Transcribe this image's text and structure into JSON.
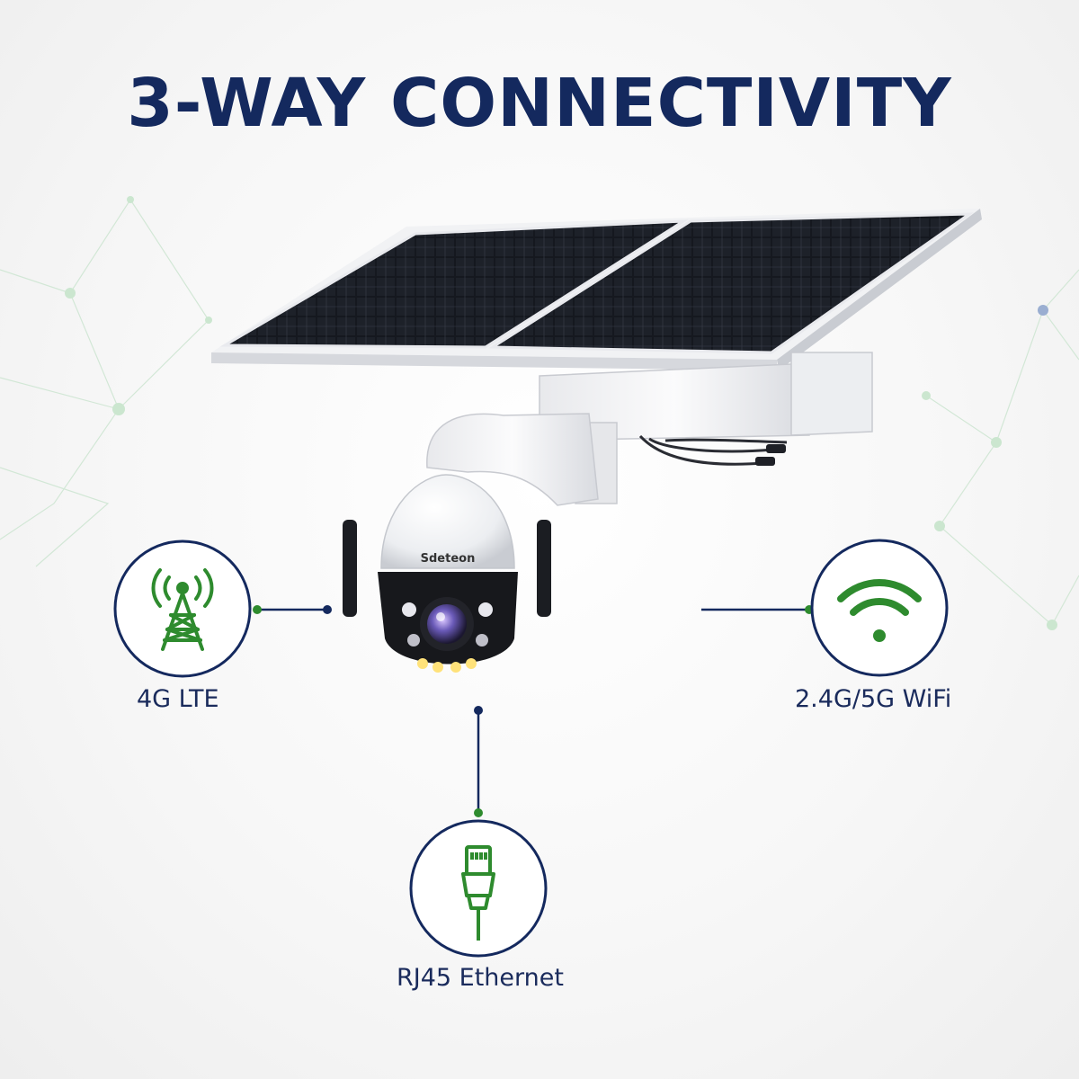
{
  "title": "3-WAY CONNECTIVITY",
  "options": [
    {
      "id": "lte",
      "label": "4G LTE",
      "icon": "cell-tower-icon"
    },
    {
      "id": "wifi",
      "label": "2.4G/5G WiFi",
      "icon": "wifi-icon"
    },
    {
      "id": "ethernet",
      "label": "RJ45 Ethernet",
      "icon": "ethernet-cable-icon"
    }
  ],
  "camera": {
    "brand": "Sdeteon"
  },
  "colors": {
    "navy": "#14295e",
    "green": "#2e8b2e",
    "panel": "#111318"
  }
}
